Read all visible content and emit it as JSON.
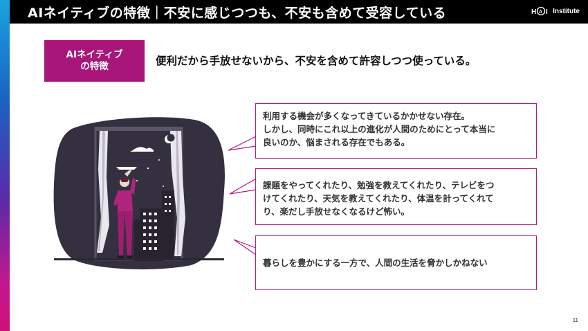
{
  "header": {
    "title": "AIネイティブの特徴｜不安に感じつつも、不安も含めて受容している",
    "logo_text": "Institute",
    "logo_mark": "H A I"
  },
  "badge": {
    "line1": "AIネイティブ",
    "line2": "の特徴"
  },
  "lead": "便利だから手放せないから、不安を含めて許容しつつ使っている。",
  "bubbles": [
    {
      "lines": [
        "利用する機会が多くなってきているかかせない存在。",
        "しかし、同時にこれ以上の進化が人間のためにとって本当に",
        "良いのか、悩まされる存在でもある。"
      ]
    },
    {
      "lines": [
        "課題をやってくれたり、勉強を教えてくれたり、テレビをつ",
        "けてくれたり、天気を教えてくれたり、体温を計ってくれて",
        "り、楽だし手放せなくなるけど怖い。"
      ]
    },
    {
      "lines": [
        "暮らしを豊かにする一方で、人間の生活を脅かしかねない"
      ]
    }
  ],
  "page_number": "11",
  "colors": {
    "accent": "#a8167a",
    "bubble_border": "#b5177f",
    "header_bg": "#000000",
    "illustration_bg": "#34303f"
  }
}
